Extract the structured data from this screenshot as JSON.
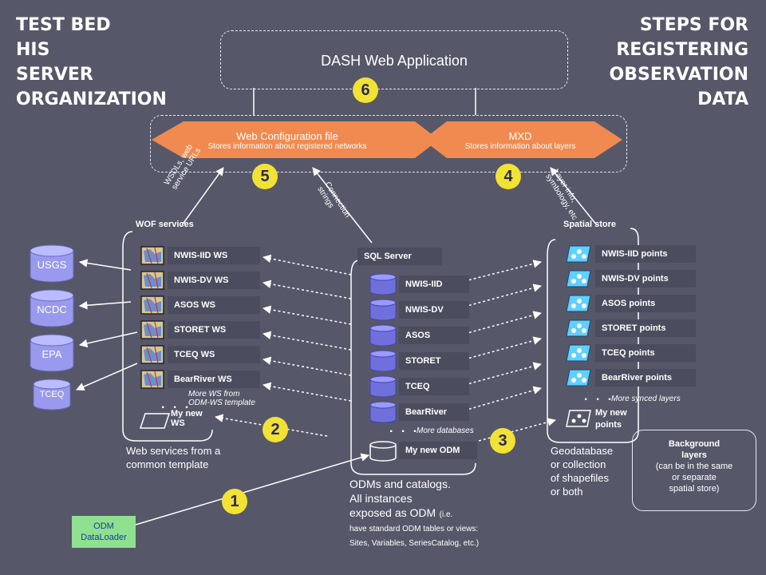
{
  "title_left": "TEST BED\nHIS\nSERVER\nORGANIZATION",
  "title_right": "STEPS FOR\nREGISTERING\nOBSERVATION\nDATA",
  "dash_app": "DASH Web Application",
  "web_config": {
    "title": "Web Configuration file",
    "subtitle": "Stores information about registered networks"
  },
  "mxd": {
    "title": "MXD",
    "subtitle": "Stores information about layers"
  },
  "steps": [
    "1",
    "2",
    "3",
    "4",
    "5",
    "6"
  ],
  "wof": {
    "header": "WOF services",
    "services": [
      "NWIS-IID WS",
      "NWIS-DV WS",
      "ASOS WS",
      "STORET WS",
      "TCEQ WS",
      "BearRiver WS"
    ],
    "more": "More WS from\nODM-WS template",
    "new": "My new\nWS",
    "caption": "Web services from a\ncommon template"
  },
  "external": [
    "USGS",
    "NCDC",
    "EPA",
    "TCEQ"
  ],
  "sql": {
    "header": "SQL Server",
    "databases": [
      "NWIS-IID",
      "NWIS-DV",
      "ASOS",
      "STORET",
      "TCEQ",
      "BearRiver"
    ],
    "more": "More databases",
    "new": "My new ODM",
    "caption_main": "ODMs and catalogs.\nAll instances\nexposed as ODM",
    "caption_ie": "(i.e.\nhave standard ODM tables or views:",
    "caption_tail": "Sites, Variables, SeriesCatalog, etc.)"
  },
  "spatial": {
    "header": "Spatial store",
    "layers": [
      "NWIS-IID points",
      "NWIS-DV points",
      "ASOS points",
      "STORET points",
      "TCEQ points",
      "BearRiver points"
    ],
    "more": "More synced layers",
    "new": "My new\npoints",
    "caption": "Geodatabase\nor collection\nof shapefiles\nor both"
  },
  "background_layers": {
    "title": "Background\nlayers",
    "note": "(can be in the same\nor separate\nspatial store)"
  },
  "dataloader": "ODM\nDataLoader",
  "arrow_labels": {
    "wsdl": "WSDLs, web\nservice URLs",
    "conn": "Connection\nstrings",
    "layer": "Layer info,\nsymbology, etc"
  },
  "colors": {
    "background": "#565869",
    "config_shape": "#f08a50",
    "badge": "#f2e233",
    "dataloader": "#8fe08f",
    "external_db": "#9999ee",
    "sql_db": "#7070dd"
  }
}
